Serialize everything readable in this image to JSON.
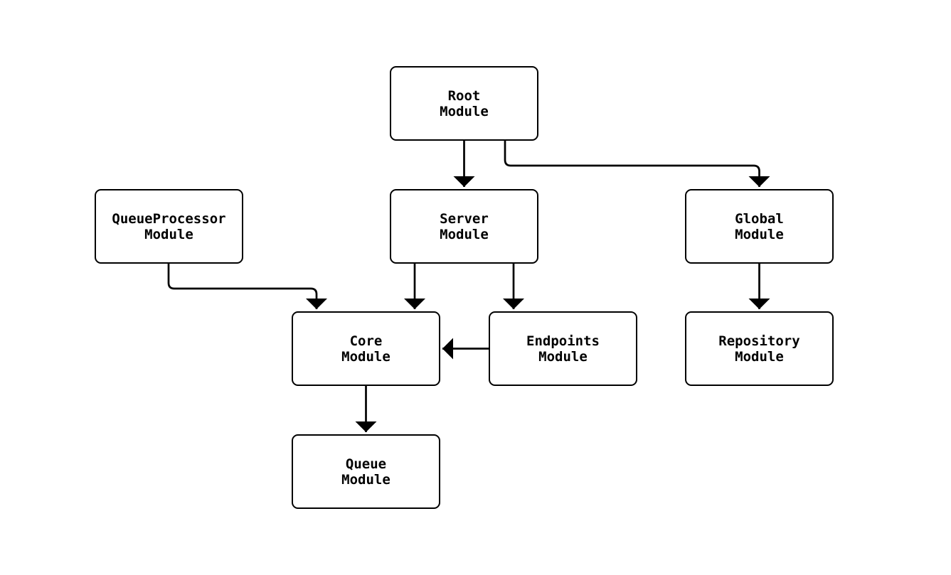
{
  "diagram": {
    "type": "flowchart",
    "background_color": "#ffffff",
    "stroke_color": "#000000",
    "node_fill_color": "#ffffff",
    "text_color": "#000000",
    "nodes": {
      "root": {
        "label": "Root\nModule"
      },
      "queueprocessor": {
        "label": "QueueProcessor\nModule"
      },
      "server": {
        "label": "Server\nModule"
      },
      "global": {
        "label": "Global\nModule"
      },
      "core": {
        "label": "Core\nModule"
      },
      "endpoints": {
        "label": "Endpoints\nModule"
      },
      "repository": {
        "label": "Repository\nModule"
      },
      "queue": {
        "label": "Queue\nModule"
      }
    },
    "edges": [
      {
        "from": "Root Module",
        "to": "Server Module"
      },
      {
        "from": "Root Module",
        "to": "Global Module"
      },
      {
        "from": "QueueProcessor Module",
        "to": "Core Module"
      },
      {
        "from": "Server Module",
        "to": "Core Module"
      },
      {
        "from": "Server Module",
        "to": "Endpoints Module"
      },
      {
        "from": "Endpoints Module",
        "to": "Core Module"
      },
      {
        "from": "Global Module",
        "to": "Repository Module"
      },
      {
        "from": "Core Module",
        "to": "Queue Module"
      }
    ]
  }
}
